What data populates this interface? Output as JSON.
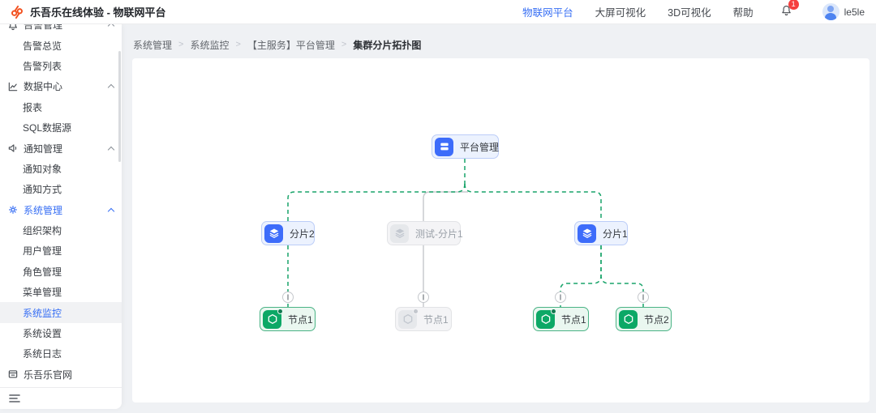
{
  "header": {
    "title": "乐吾乐在线体验 - 物联网平台",
    "nav": [
      {
        "label": "物联网平台"
      },
      {
        "label": "大屏可视化"
      },
      {
        "label": "3D可视化"
      },
      {
        "label": "帮助"
      }
    ],
    "notification_badge": "1",
    "username": "le5le"
  },
  "sidebar": {
    "items": [
      {
        "label": "告警管理"
      },
      {
        "label": "告警总览"
      },
      {
        "label": "告警列表"
      },
      {
        "label": "数据中心"
      },
      {
        "label": "报表"
      },
      {
        "label": "SQL数据源"
      },
      {
        "label": "通知管理"
      },
      {
        "label": "通知对象"
      },
      {
        "label": "通知方式"
      },
      {
        "label": "系统管理"
      },
      {
        "label": "组织架构"
      },
      {
        "label": "用户管理"
      },
      {
        "label": "角色管理"
      },
      {
        "label": "菜单管理"
      },
      {
        "label": "系统监控"
      },
      {
        "label": "系统设置"
      },
      {
        "label": "系统日志"
      },
      {
        "label": "乐吾乐官网"
      }
    ]
  },
  "breadcrumb": [
    "系统管理",
    "系统监控",
    "【主服务】平台管理",
    "集群分片拓扑图"
  ],
  "topology": {
    "root": {
      "label": "平台管理"
    },
    "shards": [
      {
        "label": "分片2",
        "state": "active"
      },
      {
        "label": "测试-分片1",
        "state": "disabled"
      },
      {
        "label": "分片1",
        "state": "active"
      }
    ],
    "nodes": [
      {
        "label": "节点1",
        "state": "active",
        "badge": true
      },
      {
        "label": "节点1",
        "state": "disabled",
        "badge": true
      },
      {
        "label": "节点1",
        "state": "active",
        "badge": true
      },
      {
        "label": "节点2",
        "state": "active",
        "badge": false
      }
    ]
  },
  "colors": {
    "accent_blue": "#366ef4",
    "link_green": "#19a46a",
    "node_green": "#0ca866",
    "node_blue": "#3d6cfa",
    "danger_red": "#f53f3f",
    "logo_orange": "#f2501e"
  }
}
